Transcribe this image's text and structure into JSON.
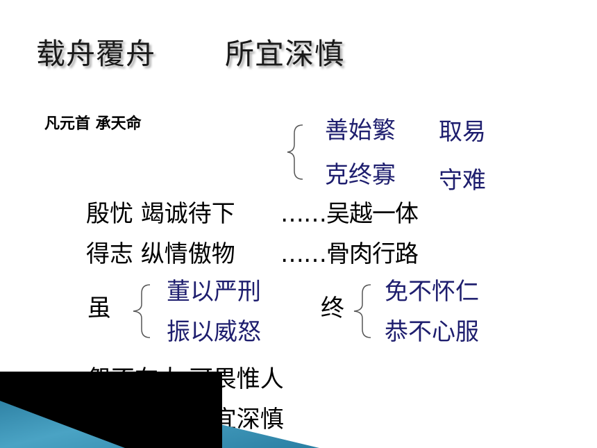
{
  "title": {
    "part1": "载舟覆舟",
    "part2": "所宜深慎"
  },
  "intro": "凡元首  承天命",
  "pair1": {
    "top": "善始繁",
    "top_right": "取易",
    "bottom": "克终寡",
    "bottom_right": "守难"
  },
  "lines": [
    {
      "left": "殷忧  竭诚待下",
      "right": "……吴越一体"
    },
    {
      "left": "得志  纵情傲物",
      "right": "……骨肉行路"
    }
  ],
  "sui": {
    "label": "虽",
    "top": "董以严刑",
    "bottom": "振以威怒"
  },
  "zhong": {
    "label": "终",
    "top": "免不怀仁",
    "bottom": "恭不心服"
  },
  "closing": [
    "怨不在大  可畏惟人",
    "载舟覆舟  所宜深慎"
  ],
  "colors": {
    "blue_text": "#1e1e6e",
    "deco_teal": "#3a8fb0",
    "deco_black": "#000000"
  }
}
